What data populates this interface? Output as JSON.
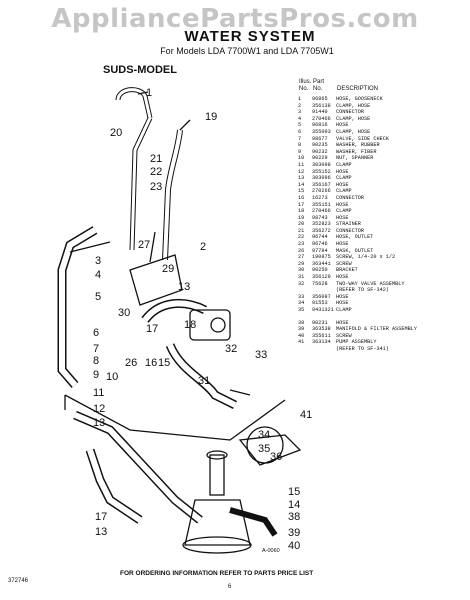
{
  "watermark": "AppliancePartsPros.com",
  "title": "WATER SYSTEM",
  "models": "For Models LDA 7700W1 and LDA 7705W1",
  "subtitle": "SUDS-MODEL",
  "parts_header": {
    "line1": "Illus. Part",
    "no": "No.",
    "part_no": "No.",
    "description": "DESCRIPTION"
  },
  "parts": [
    {
      "no": "1",
      "part": "96865",
      "desc": "HOSE, GOOSENECK"
    },
    {
      "no": "2",
      "part": "356138",
      "desc": "CLAMP, HOSE"
    },
    {
      "no": "3",
      "part": "91440",
      "desc": "CONNECTOR"
    },
    {
      "no": "4",
      "part": "270466",
      "desc": "CLAMP, HOSE"
    },
    {
      "no": "5",
      "part": "96816",
      "desc": "HOSE"
    },
    {
      "no": "6",
      "part": "355093",
      "desc": "CLAMP, HOSE"
    },
    {
      "no": "7",
      "part": "98677",
      "desc": "VALVE, SIDE CHECK"
    },
    {
      "no": "8",
      "part": "90235",
      "desc": "WASHER, RUBBER"
    },
    {
      "no": "9",
      "part": "90232",
      "desc": "WASHER, FIBER"
    },
    {
      "no": "10",
      "part": "90229",
      "desc": "NUT, SPANNER"
    },
    {
      "no": "11",
      "part": "303098",
      "desc": "CLAMP"
    },
    {
      "no": "12",
      "part": "355152",
      "desc": "HOSE"
    },
    {
      "no": "13",
      "part": "303096",
      "desc": "CLAMP"
    },
    {
      "no": "14",
      "part": "356167",
      "desc": "HOSE"
    },
    {
      "no": "15",
      "part": "270266",
      "desc": "CLAMP"
    },
    {
      "no": "16",
      "part": "16273",
      "desc": "CONNECTOR"
    },
    {
      "no": "17",
      "part": "355151",
      "desc": "HOSE"
    },
    {
      "no": "18",
      "part": "270466",
      "desc": "CLAMP"
    },
    {
      "no": "19",
      "part": "98743",
      "desc": "HOSE"
    },
    {
      "no": "20",
      "part": "352823",
      "desc": "STRAINER"
    },
    {
      "no": "21",
      "part": "356272",
      "desc": "CONNECTOR"
    },
    {
      "no": "22",
      "part": "96744",
      "desc": "HOSE, OUTLET"
    },
    {
      "no": "23",
      "part": "96746",
      "desc": "HOSE"
    },
    {
      "no": "26",
      "part": "97784",
      "desc": "MASK, OUTLET"
    },
    {
      "no": "27",
      "part": "190875",
      "desc": "SCREW, 1/4-20 x 1/2"
    },
    {
      "no": "29",
      "part": "363441",
      "desc": "SCREW"
    },
    {
      "no": "30",
      "part": "90250",
      "desc": "BRACKET"
    },
    {
      "no": "31",
      "part": "356129",
      "desc": "HOSE"
    },
    {
      "no": "32",
      "part": "75628",
      "desc": "TWO-WAY VALVE ASSEMBLY"
    },
    {
      "no": "",
      "part": "",
      "desc": "(REFER TO SF-342)"
    },
    {
      "no": "33",
      "part": "356087",
      "desc": "HOSE"
    },
    {
      "no": "34",
      "part": "91553",
      "desc": "HOSE"
    },
    {
      "no": "35",
      "part": "9431321",
      "desc": "CLAMP"
    },
    {
      "no": "38",
      "part": "90231",
      "desc": "HOSE",
      "gap": true
    },
    {
      "no": "39",
      "part": "363538",
      "desc": "MANIFOLD & FILTER ASSEMBLY"
    },
    {
      "no": "40",
      "part": "355611",
      "desc": "SCREW"
    },
    {
      "no": "41",
      "part": "363134",
      "desc": "PUMP ASSEMBLY"
    },
    {
      "no": "",
      "part": "",
      "desc": "(REFER TO SF-341)"
    }
  ],
  "callouts": [
    "1",
    "19",
    "20",
    "21",
    "22",
    "23",
    "27",
    "2",
    "3",
    "4",
    "5",
    "29",
    "13",
    "30",
    "18",
    "17",
    "32",
    "33",
    "26",
    "16",
    "15",
    "6",
    "7",
    "8",
    "9",
    "10",
    "31",
    "11",
    "12",
    "13",
    "34",
    "35",
    "36",
    "41",
    "15",
    "14",
    "38",
    "39",
    "40",
    "17",
    "13"
  ],
  "figure_id": "A-0060",
  "footer": "FOR ORDERING INFORMATION REFER TO PARTS PRICE LIST",
  "doc_id": "372746",
  "page": "6"
}
